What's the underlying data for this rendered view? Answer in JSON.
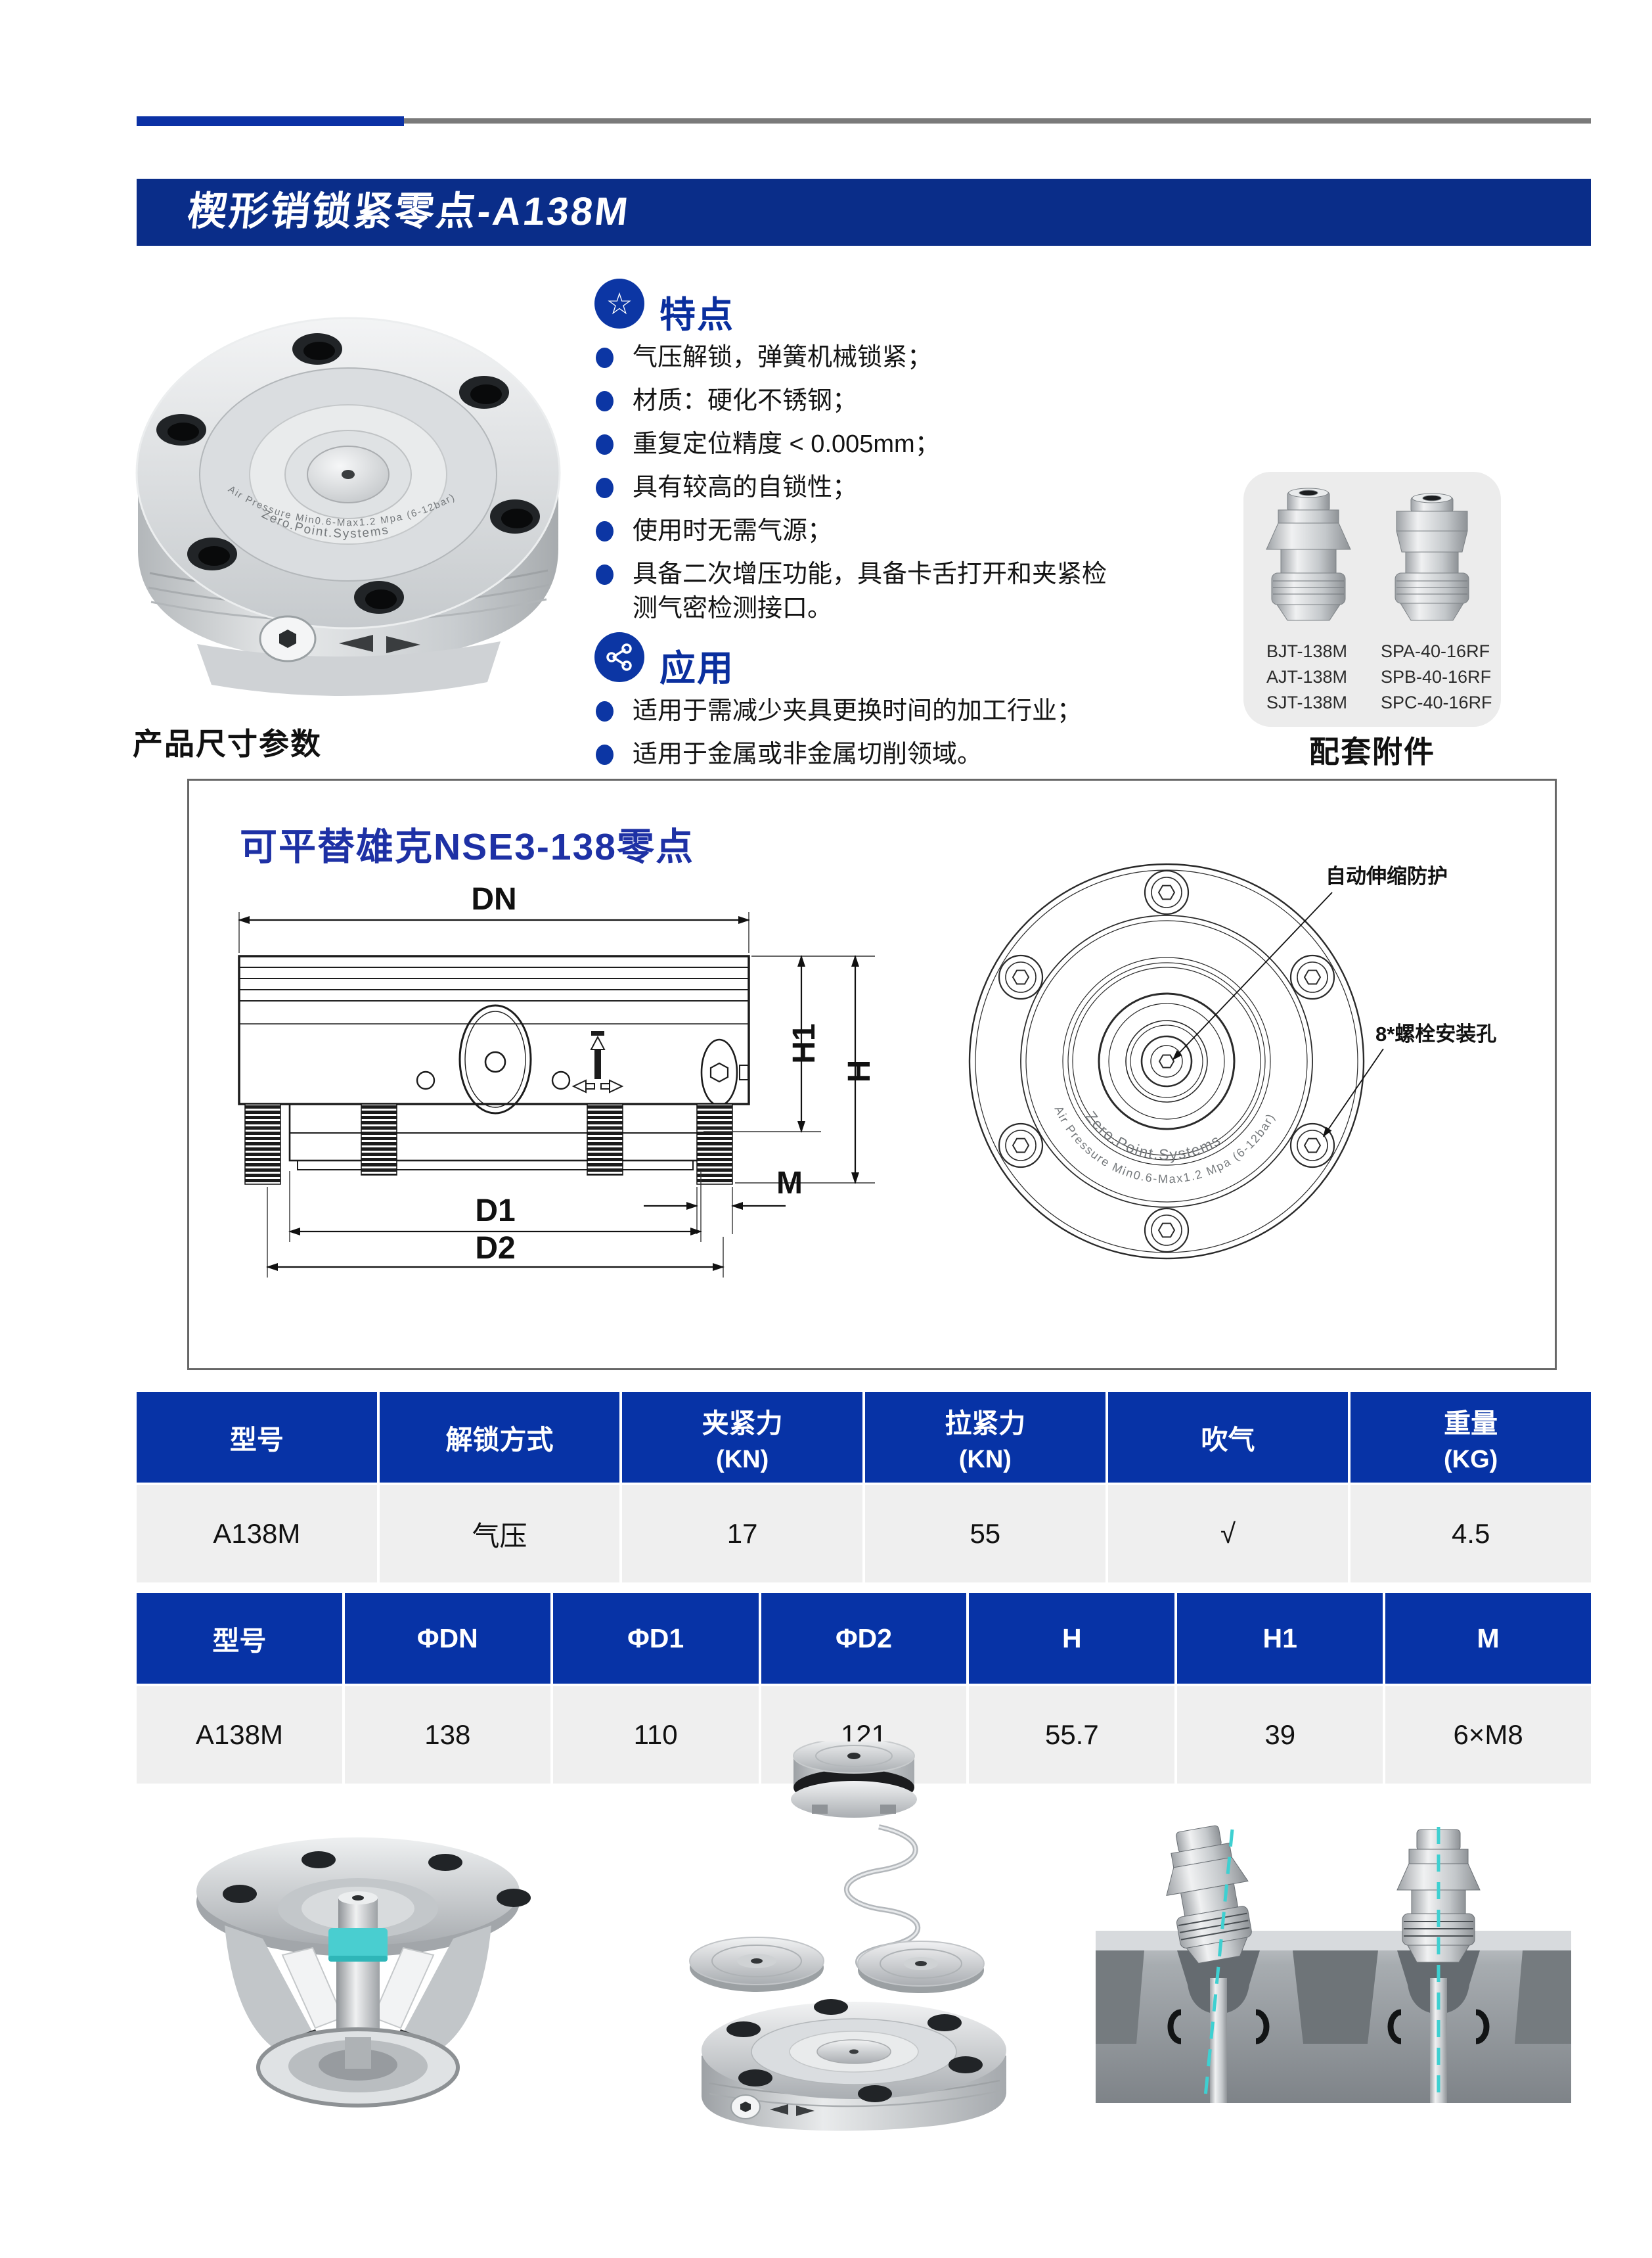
{
  "header": {
    "title": "楔形销锁紧零点-A138M"
  },
  "features": {
    "icon": "star-icon",
    "title": "特点",
    "items": [
      "气压解锁，弹簧机械锁紧；",
      "材质：硬化不锈钢；",
      "重复定位精度 < 0.005mm；",
      "具有较高的自锁性；",
      "使用时无需气源；",
      "具备二次增压功能，具备卡舌打开和夹紧检测气密检测接口。"
    ]
  },
  "applications": {
    "icon": "share-icon",
    "title": "应用",
    "items": [
      "适用于需减少夹具更换时间的加工行业；",
      "适用于金属或非金属切削领域。"
    ]
  },
  "accessories": {
    "caption": "配套附件",
    "models_left": [
      "BJT-138M",
      "AJT-138M",
      "SJT-138M"
    ],
    "models_right": [
      "SPA-40-16RF",
      "SPB-40-16RF",
      "SPC-40-16RF"
    ]
  },
  "dimensions": {
    "section_title": "产品尺寸参数",
    "drawing_note": "可平替雄克NSE3-138零点",
    "labels": {
      "dn": "DN",
      "h1": "H1",
      "h": "H",
      "d1": "D1",
      "d2": "D2",
      "m": "M"
    },
    "callout_top": "自动伸缩防护",
    "callout_side": "8*螺栓安装孔",
    "engraving_line1": "Zero.Point.Systems",
    "engraving_line2": "Air Pressure Min0.6-Max1.2 Mpa (6-12bar)"
  },
  "spec_table": {
    "headers": [
      [
        "型号",
        ""
      ],
      [
        "解锁方式",
        ""
      ],
      [
        "夹紧力",
        "(KN)"
      ],
      [
        "拉紧力",
        "(KN)"
      ],
      [
        "吹气",
        ""
      ],
      [
        "重量",
        "(KG)"
      ]
    ],
    "row": [
      "A138M",
      "气压",
      "17",
      "55",
      "√",
      "4.5"
    ]
  },
  "dim_table": {
    "headers": [
      "型号",
      "ΦDN",
      "ΦD1",
      "ΦD2",
      "H",
      "H1",
      "M"
    ],
    "row": [
      "A138M",
      "138",
      "110",
      "121",
      "55.7",
      "39",
      "6×M8"
    ]
  },
  "colors": {
    "primary_blue": "#0a2d89",
    "table_header_blue": "#0733a6",
    "icon_blue": "#0c36a4",
    "drawing_note_blue": "#1e31a5",
    "rule_gray": "#7a7a7a",
    "row_gray": "#efefef",
    "box_gray": "#ececec",
    "cyan_accent": "#45cfd0"
  }
}
